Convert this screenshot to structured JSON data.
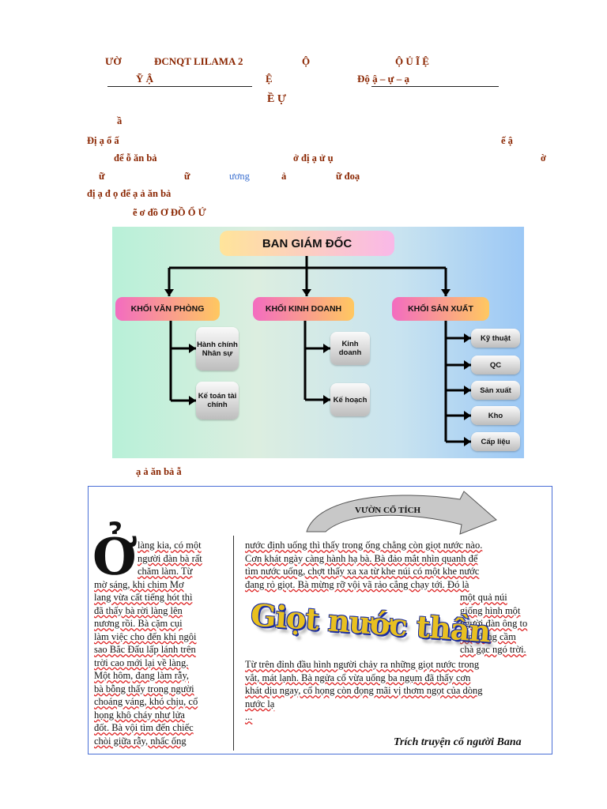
{
  "header": {
    "line1_school": "ƯỜ",
    "line1_org": "ĐCNQT LILAMA 2",
    "line1_c": "Ộ",
    "line1_d": "Ộ  Ủ  Ĩ  Ệ",
    "line2_a": "Ỹ  Ậ",
    "line2_b": "Ệ",
    "line2_c": "Độ  ậ – ự – ạ",
    "line3": "Ề         Ự"
  },
  "body_lines": {
    "l1": "ầ",
    "l2_a": "Đị     ạ      ổ     ấ",
    "l2_b": "ế  ậ",
    "l3_a": "để        ỗ  ăn bả",
    "l3_b": "ở  đị    ạ     ử  ụ",
    "l3_c": "ờ",
    "l4_a": "ữ",
    "l4_b": "ữ",
    "l4_c": "ương",
    "l4_d": "ả",
    "l4_e": "ữ     đoạ",
    "l5": "đị    ạ     đ    ọ   để                    ạ     ả     ăn bả",
    "l6": "ẽ  ơ đồ          Ơ ĐỒ    Ổ       Ứ",
    "caption": "ạ       ả      ăn bả              ẫ"
  },
  "org_chart": {
    "root": "BAN GIÁM ĐỐC",
    "groups": [
      {
        "label": "KHỐI VĂN PHÒNG",
        "children": [
          "Hành chính Nhân sự",
          "Kế toán tài chính"
        ]
      },
      {
        "label": "KHỐI KINH DOANH",
        "children": [
          "Kinh doanh",
          "Kế hoạch"
        ]
      },
      {
        "label": "KHỐI SẢN XUẤT",
        "children": [
          "Kỹ thuật",
          "QC",
          "Sản xuất",
          "Kho",
          "Cấp liệu"
        ]
      }
    ],
    "colors": {
      "root_gradient": [
        "#ffe49a",
        "#f9b8e8"
      ],
      "group_gradient": [
        "#f36cc0",
        "#ffc860"
      ],
      "leaf": "#d9d9d9",
      "lines": "#000000"
    }
  },
  "story": {
    "banner": "VƯỜN CỔ TÍCH",
    "drop_cap": "Ở",
    "left_col": [
      "làng kia, có một",
      "người đàn bà rất",
      "chăm làm. Từ",
      "mờ sáng, khi chim Mơ",
      "lang vừa cất tiếng hót thì",
      "đã thấy bà rời làng lên",
      "nương rồi. Bà cặm cụi",
      "làm việc cho đến khi ngôi",
      "sao Bắc Đẩu lấp lánh trên",
      "trời cao mới lại về làng.",
      "Một hôm, đang làm rẫy,",
      "bà bỗng thấy trong người",
      "choáng váng, khó chịu, cổ",
      "họng khô cháy như lửa",
      "đốt. Bà vội tìm đến chiếc",
      "chòi giữa rẫy, nhấc ống"
    ],
    "right_top": [
      "nước định uống thì thấy trong ống chẳng còn giọt nước nào.",
      "Cơn khát ngày càng hành hạ bà. Bà đảo mắt nhìn quanh để",
      "tìm nước uống, chợt thấy xa xa từ khe núi có một khe nước",
      "đang rỏ giọt. Bà mừng rỡ vội vã rảo cẳng chạy tới. Đó là"
    ],
    "right_mid": [
      "một   quả   núi",
      "giống hình một",
      "người đàn ông to",
      "lớn, đang cầm",
      "chà gạc ngó trời."
    ],
    "right_bottom": [
      "Từ trên đỉnh đầu hình người chảy ra những giọt nước trong",
      "vắt, mát lạnh. Bà ngửa cổ vừa uống ba ngụm đã thấy cơn",
      "khát dịu ngay, cổ họng còn đọng mãi vị thơm ngọt của dòng",
      "nước lạ",
      "..."
    ],
    "title_art": "Giọt nước thần",
    "source": "Trích truyện cổ người Bana"
  }
}
